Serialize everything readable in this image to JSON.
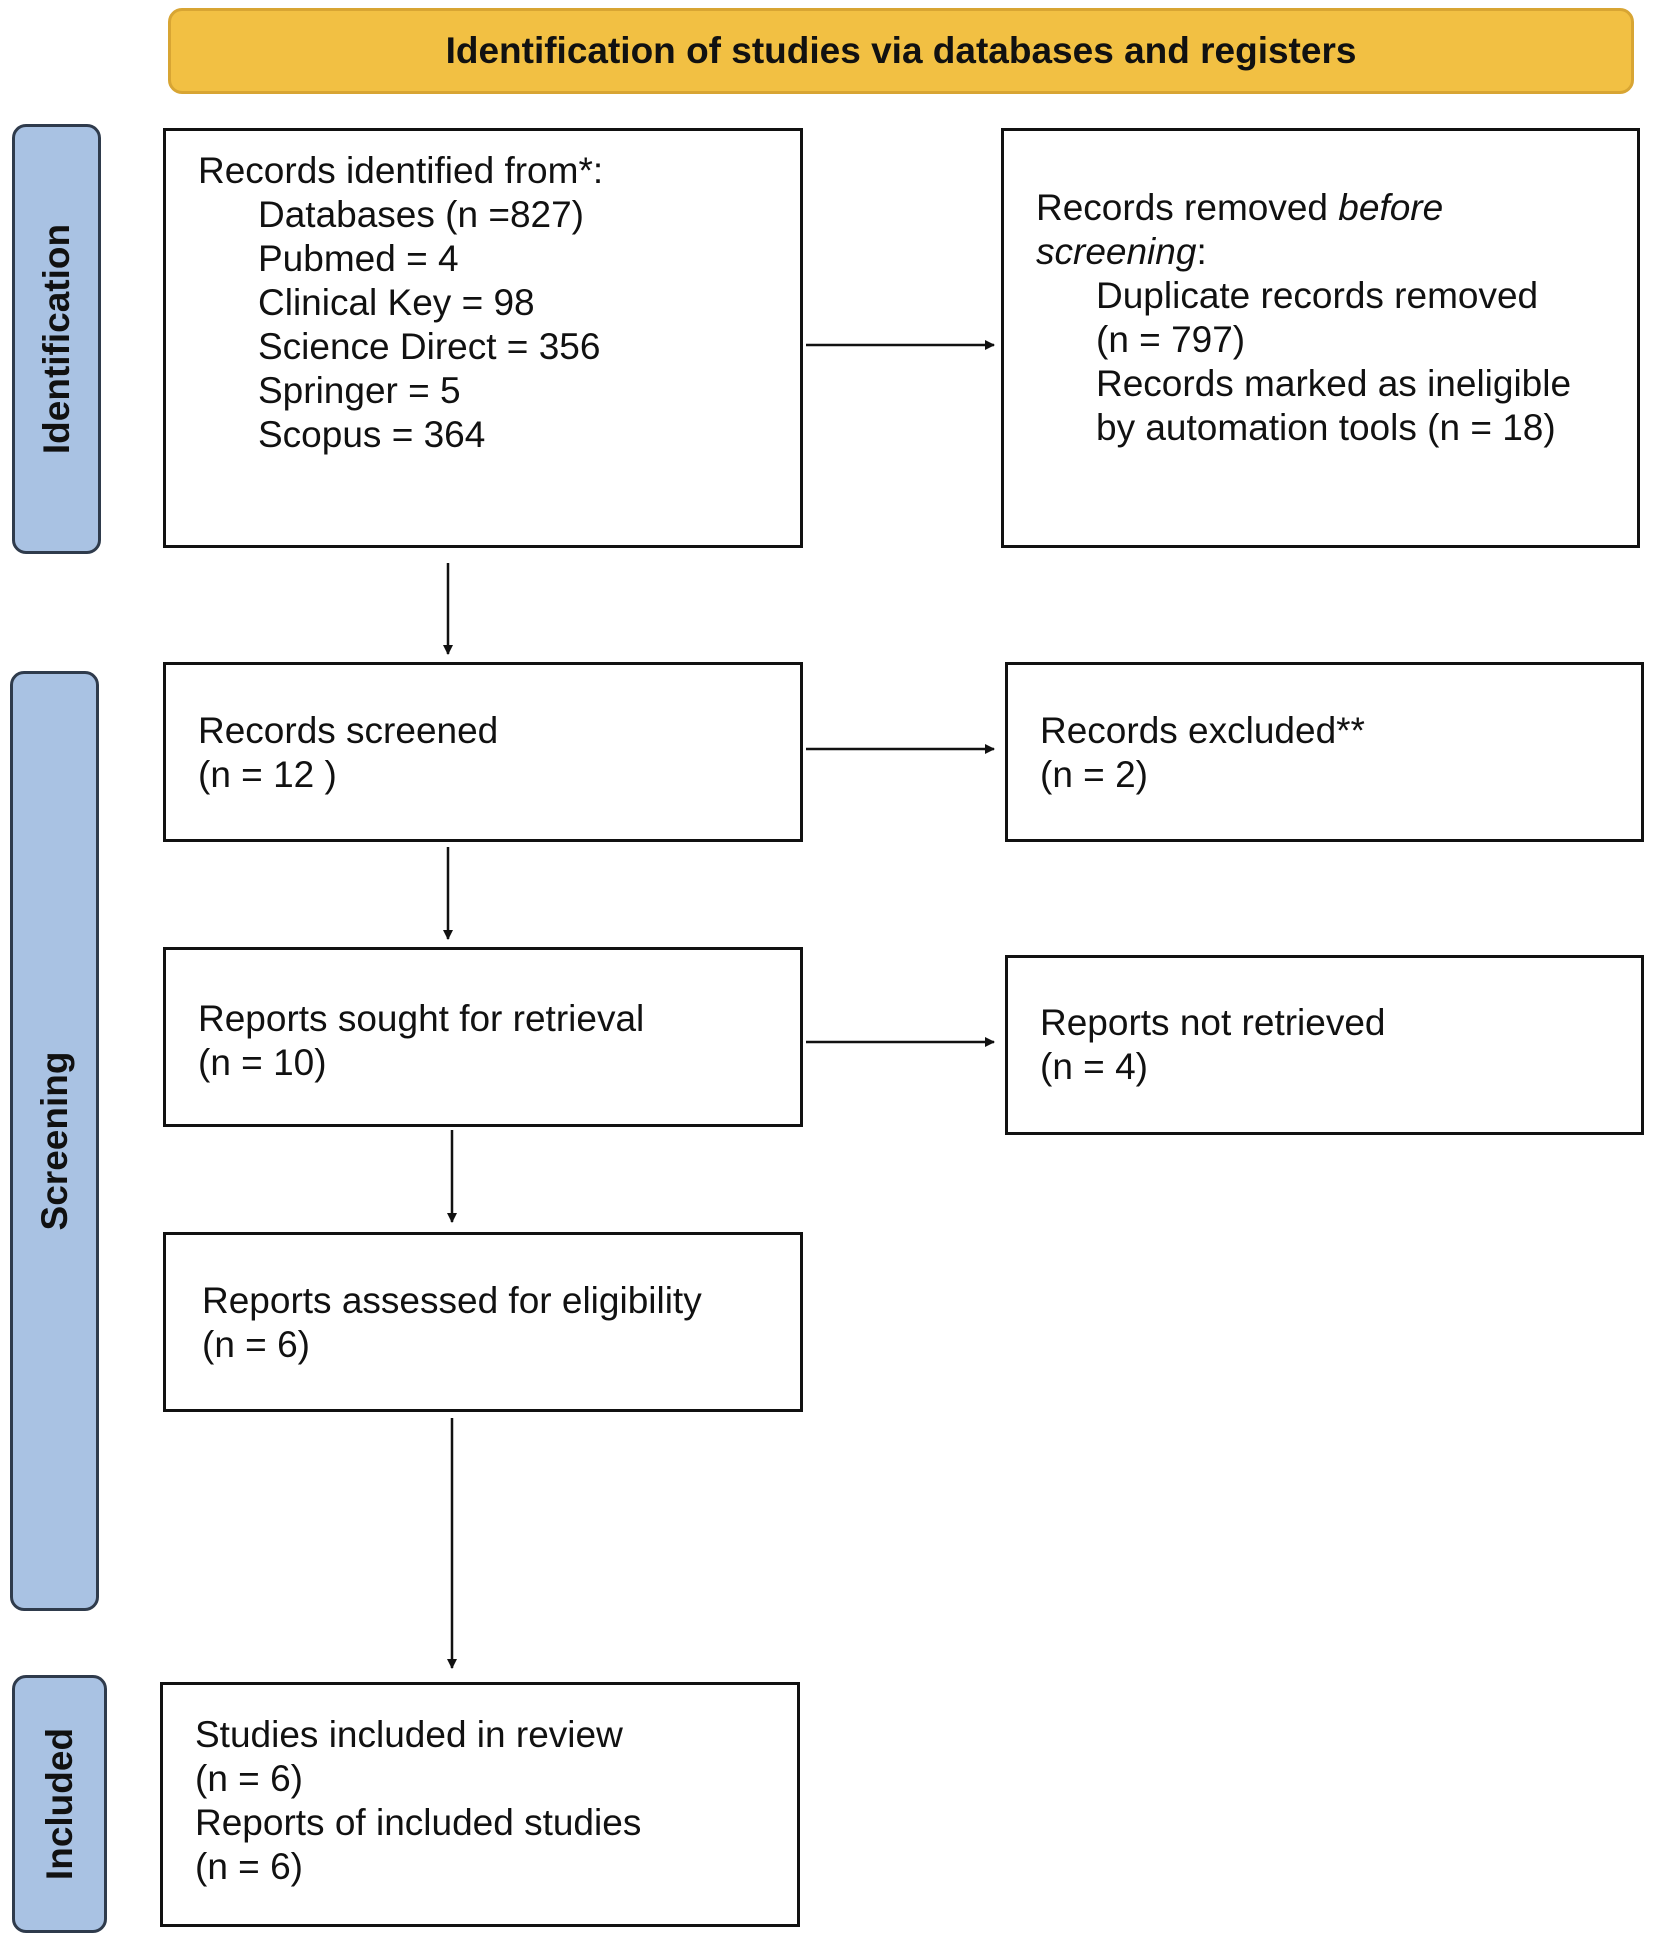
{
  "header": {
    "title": "Identification of studies via databases and registers"
  },
  "phases": {
    "identification": "Identification",
    "screening": "Screening",
    "included": "Included"
  },
  "boxes": {
    "identified": {
      "heading": "Records identified from*:",
      "databases": "Databases (n =827)",
      "pubmed": "Pubmed = 4",
      "clinical_key": "Clinical Key = 98",
      "science_direct": "Science Direct = 356",
      "springer": "Springer = 5",
      "scopus": "Scopus = 364"
    },
    "removed": {
      "heading_prefix": "Records removed ",
      "heading_italic_1": "before",
      "heading_italic_2": "screening",
      "heading_suffix": ":",
      "duplicate": "Duplicate records removed",
      "duplicate_n": "(n = 797)",
      "ineligible": "Records marked as ineligible",
      "ineligible_n": "by automation tools (n = 18)"
    },
    "screened": {
      "label": "Records screened",
      "n": "(n = 12 )"
    },
    "excluded": {
      "label": "Records excluded**",
      "n": "(n = 2)"
    },
    "sought": {
      "label": "Reports sought for retrieval",
      "n": "(n = 10)"
    },
    "not_retrieved": {
      "label": "Reports not retrieved",
      "n": "(n = 4)"
    },
    "assessed": {
      "label": "Reports assessed for eligibility",
      "n": "(n = 6)"
    },
    "included": {
      "studies": "Studies included in review",
      "studies_n": "(n = 6)",
      "reports": "Reports of included studies",
      "reports_n": "(n = 6)"
    }
  },
  "colors": {
    "header_fill": "#f2c043",
    "phase_fill": "#a9c2e3",
    "line": "#111111"
  }
}
